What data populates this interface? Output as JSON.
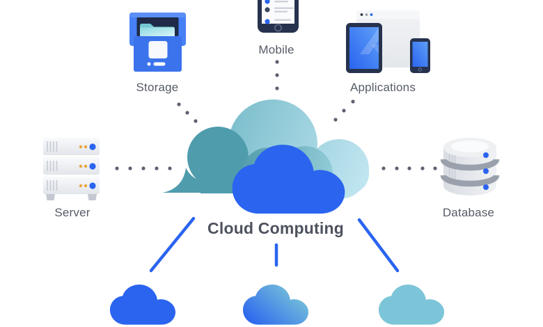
{
  "diagram": {
    "title": "Cloud Computing",
    "nodes": [
      {
        "id": "storage",
        "label": "Storage",
        "icon": "storage-box-icon"
      },
      {
        "id": "mobile",
        "label": "Mobile",
        "icon": "smartphone-icon"
      },
      {
        "id": "applications",
        "label": "Applications",
        "icon": "browser-tablet-phone-icon"
      },
      {
        "id": "server",
        "label": "Server",
        "icon": "server-stack-icon"
      },
      {
        "id": "database",
        "label": "Database",
        "icon": "database-cylinder-icon"
      }
    ],
    "sub_clouds": [
      {
        "id": "sub-cloud-1",
        "style": "solid-blue"
      },
      {
        "id": "sub-cloud-2",
        "style": "blue-to-teal-gradient"
      },
      {
        "id": "sub-cloud-3",
        "style": "solid-teal"
      }
    ],
    "connections": [
      {
        "from": "storage",
        "to": "cloud",
        "style": "dotted"
      },
      {
        "from": "mobile",
        "to": "cloud",
        "style": "dotted"
      },
      {
        "from": "applications",
        "to": "cloud",
        "style": "dotted"
      },
      {
        "from": "server",
        "to": "cloud",
        "style": "dotted"
      },
      {
        "from": "cloud",
        "to": "database",
        "style": "dotted"
      },
      {
        "from": "cloud",
        "to": "sub-cloud-1",
        "style": "solid-line"
      },
      {
        "from": "cloud",
        "to": "sub-cloud-2",
        "style": "solid-line"
      },
      {
        "from": "cloud",
        "to": "sub-cloud-3",
        "style": "solid-line"
      }
    ]
  },
  "colors": {
    "primary_blue": "#2a64ef",
    "teal_dark": "#4f9cad",
    "teal_mid": "#6db5c4",
    "teal_light": "#c4e8f3",
    "bottom_teal": "#7cc5d8",
    "navy": "#26324e",
    "panel_gray": "#e9ebef",
    "dot_gray": "#5d6170",
    "label_gray": "#565b66",
    "title_gray": "#4d525e",
    "orange": "#e9a43c",
    "background": "#ffffff"
  }
}
